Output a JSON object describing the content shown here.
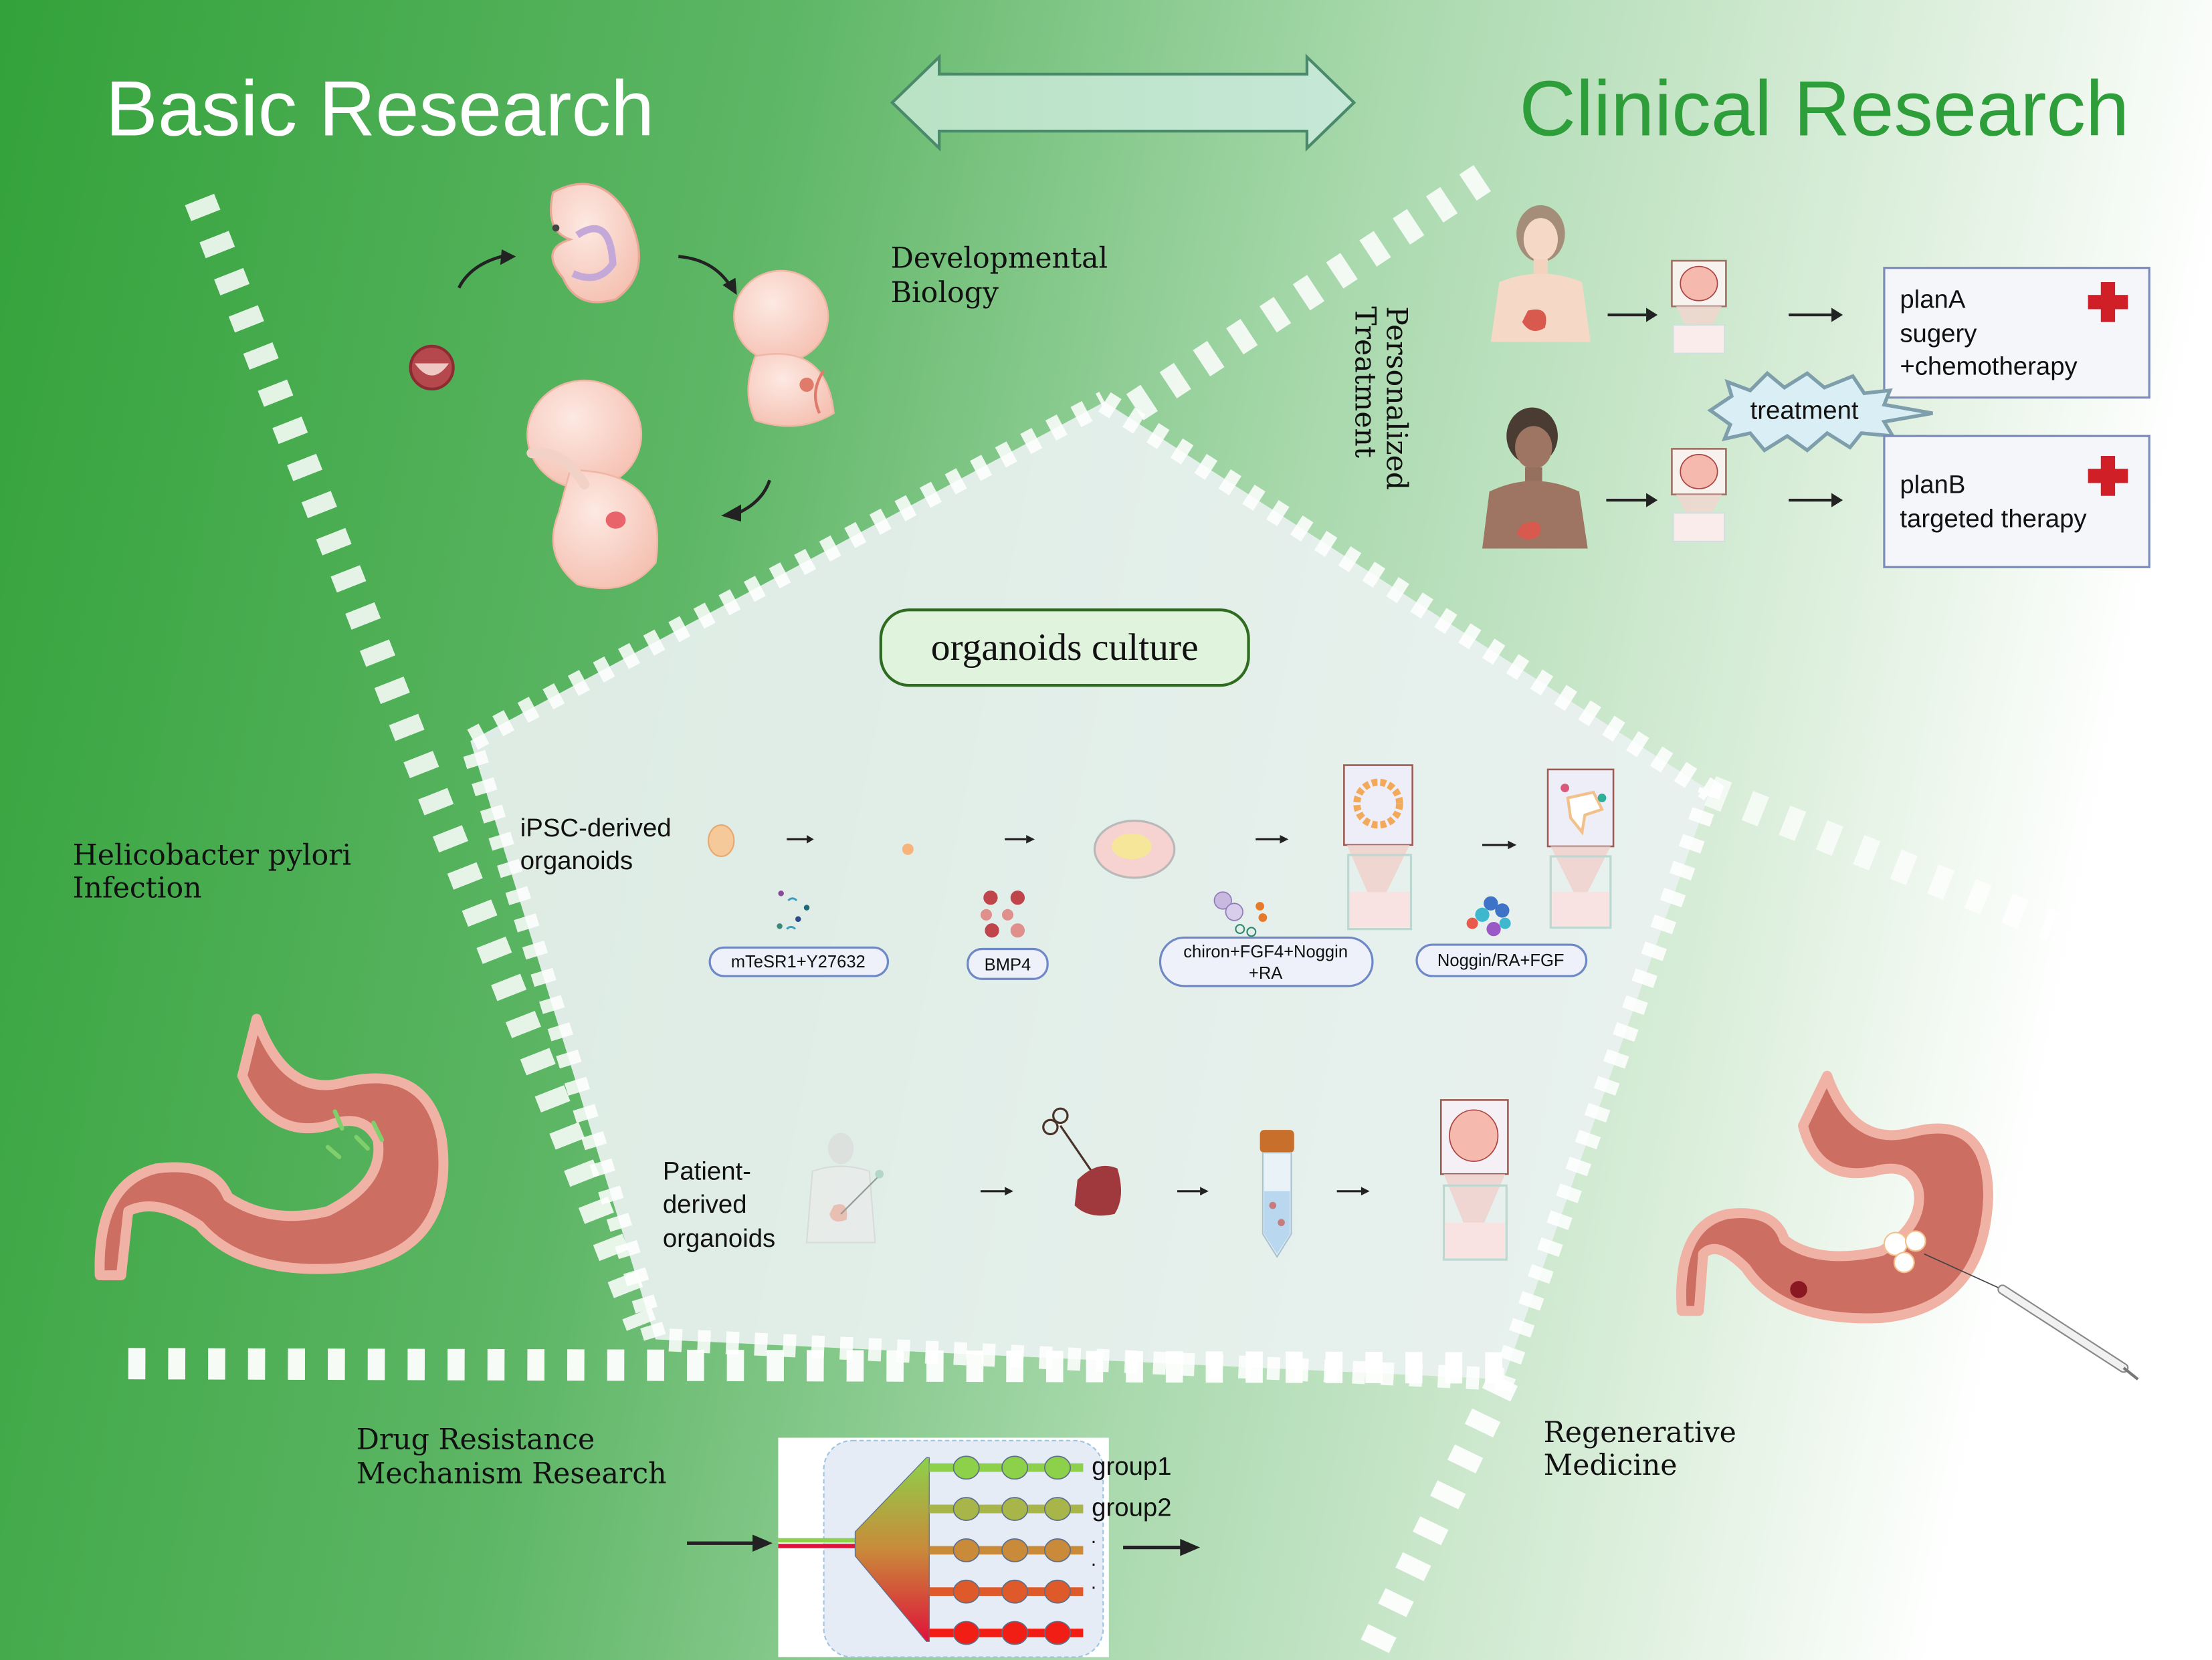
{
  "header": {
    "left_title": "Basic Research",
    "right_title": "Clinical Research",
    "bidirectional_arrow": "double-arrow-icon"
  },
  "colors": {
    "basic_green": "#34a43c",
    "clinical_title_green": "#2e9e3a",
    "pale_background": "#ffffff",
    "pentagon_fill": "#e8f0f0",
    "pill_border": "#6f88c6",
    "culture_box_fill": "#e0f3dc",
    "culture_box_border": "#2f6b20",
    "red_cross": "#d01f27",
    "stomach": "#cd6e63",
    "treatment_burst_fill": "#d9eef5",
    "treatment_burst_stroke": "#7d9eaa"
  },
  "sections": {
    "developmental_biology": {
      "title_line1": "Developmental",
      "title_line2": "Biology",
      "stages": [
        "blastocyst-icon",
        "early-embryo-icon",
        "fetus-icon",
        "late-fetus-icon"
      ]
    },
    "helicobacter": {
      "title_line1": "Helicobacter pylori",
      "title_line2": "Infection",
      "icon": "infected-stomach-icon"
    },
    "drug_resistance": {
      "title_line1": "Drug Resistance",
      "title_line2": "Mechanism Research",
      "groups": [
        "group1",
        "group2"
      ],
      "ellipsis": [
        "·",
        "·",
        "·"
      ],
      "lane_colors": [
        "#8dd14a",
        "#a8b548",
        "#c98a3a",
        "#de5a2a",
        "#f01e14"
      ]
    },
    "regenerative_medicine": {
      "title_line1": "Regenerative",
      "title_line2": "Medicine",
      "icon": "stomach-injection-icon"
    },
    "personalized_treatment": {
      "title_line1": "Personalized",
      "title_line2": "Treatment",
      "burst_label": "treatment",
      "plans": [
        {
          "line1": "planA",
          "line2": "sugery",
          "line3": "+chemotherapy",
          "patient": "female-patient-icon"
        },
        {
          "line1": "planB",
          "line2": "targeted therapy",
          "line3": "",
          "patient": "male-patient-icon"
        }
      ]
    },
    "organoids_culture": {
      "title": "organoids culture",
      "ipsc": {
        "label_line1": "iPSC-derived",
        "label_line2": "organoids",
        "factors": [
          {
            "line1": "mTeSR1+Y27632",
            "line2": ""
          },
          {
            "line1": "BMP4",
            "line2": ""
          },
          {
            "line1": "chiron+FGF4+Noggin",
            "line2": "+RA"
          },
          {
            "line1": "Noggin/RA+FGF",
            "line2": ""
          }
        ]
      },
      "patient": {
        "label_line1": "Patient-",
        "label_line2": "derived",
        "label_line3": "organoids",
        "steps": [
          "biopsy-patient-icon",
          "tissue-scissors-icon",
          "centrifuge-tube-icon",
          "organoid-well-icon"
        ]
      }
    }
  }
}
